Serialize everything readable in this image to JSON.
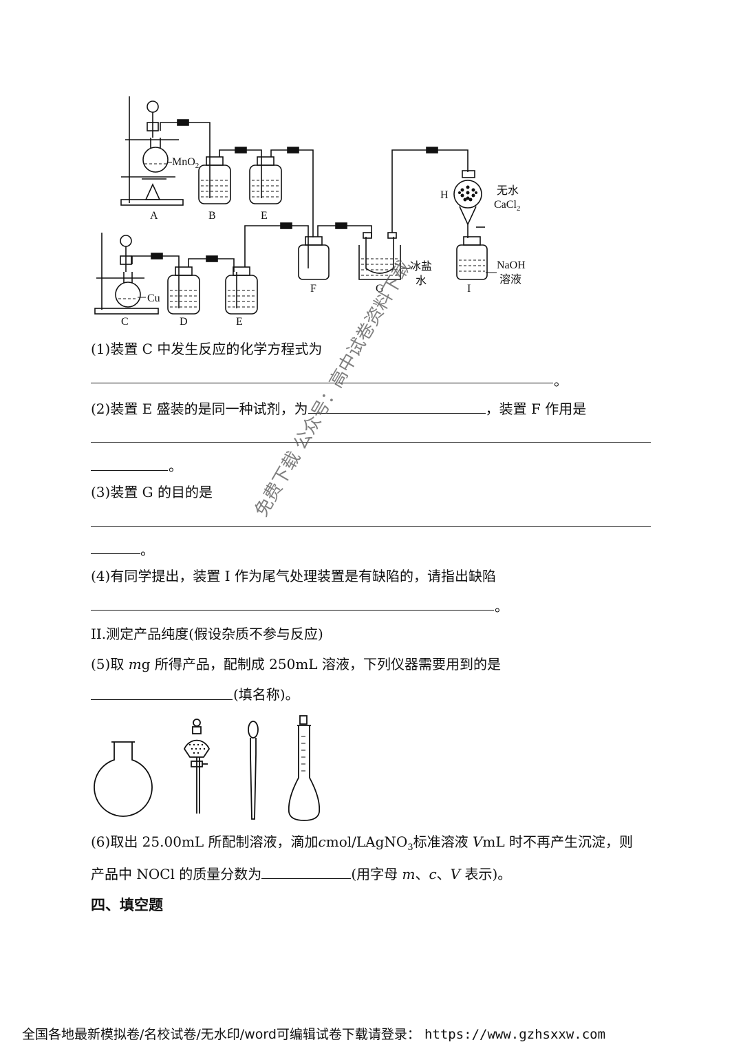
{
  "apparatus": {
    "labels": {
      "A": "A",
      "B": "B",
      "E_top": "E",
      "C": "C",
      "D": "D",
      "E_bottom": "E",
      "F": "F",
      "G": "G",
      "H": "H",
      "I": "I",
      "mno2": "MnO",
      "mno2_sub": "2",
      "cu": "Cu",
      "anhydrous": "无水",
      "cacl": "CaCl",
      "cacl_sub": "2",
      "ice_salt_1": "冰盐",
      "ice_salt_2": "水",
      "naoh_1": "NaOH",
      "naoh_2": "溶液"
    }
  },
  "questions": {
    "q1": {
      "text": "(1)装置 C 中发生反应的化学方程式为",
      "end": "。"
    },
    "q2": {
      "text_a": "(2)装置 E 盛装的是同一种试剂，为",
      "text_b": "，装置 F 作用是",
      "end": "。"
    },
    "q3": {
      "text": "(3)装置 G 的目的是",
      "end": "。"
    },
    "q4": {
      "text": "(4)有同学提出，装置 I 作为尾气处理装置是有缺陷的，请指出缺陷",
      "end": "。"
    },
    "section2": "II.测定产品纯度(假设杂质不参与反应)",
    "q5": {
      "pre": "(5)取 ",
      "m": "m",
      "post": "g 所得产品，配制成 250mL 溶液，下列仪器需要用到的是",
      "end": "(填名称)。"
    },
    "q6": {
      "line1_a": "(6)取出 25.00mL 所配制溶液，滴加",
      "c": "c",
      "line1_b": "mol/LAgNO",
      "sub3": "3",
      "line1_c": "标准溶液 ",
      "V": "V",
      "line1_d": "mL 时不再产生沉淀，则",
      "line2_a": "产品中 NOCl 的质量分数为",
      "line2_b": "(用字母 ",
      "m": "m",
      "sep1": "、",
      "c2": "c",
      "sep2": "、",
      "V2": "V",
      "line2_c": " 表示)。"
    },
    "section4": "四、填空题"
  },
  "watermark": "免费下载 公众号：高中试卷资料下载",
  "footer": {
    "text": "全国各地最新模拟卷/名校试卷/无水印/word可编辑试卷下载请登录：",
    "url": "https://www.gzhsxxw.com"
  }
}
